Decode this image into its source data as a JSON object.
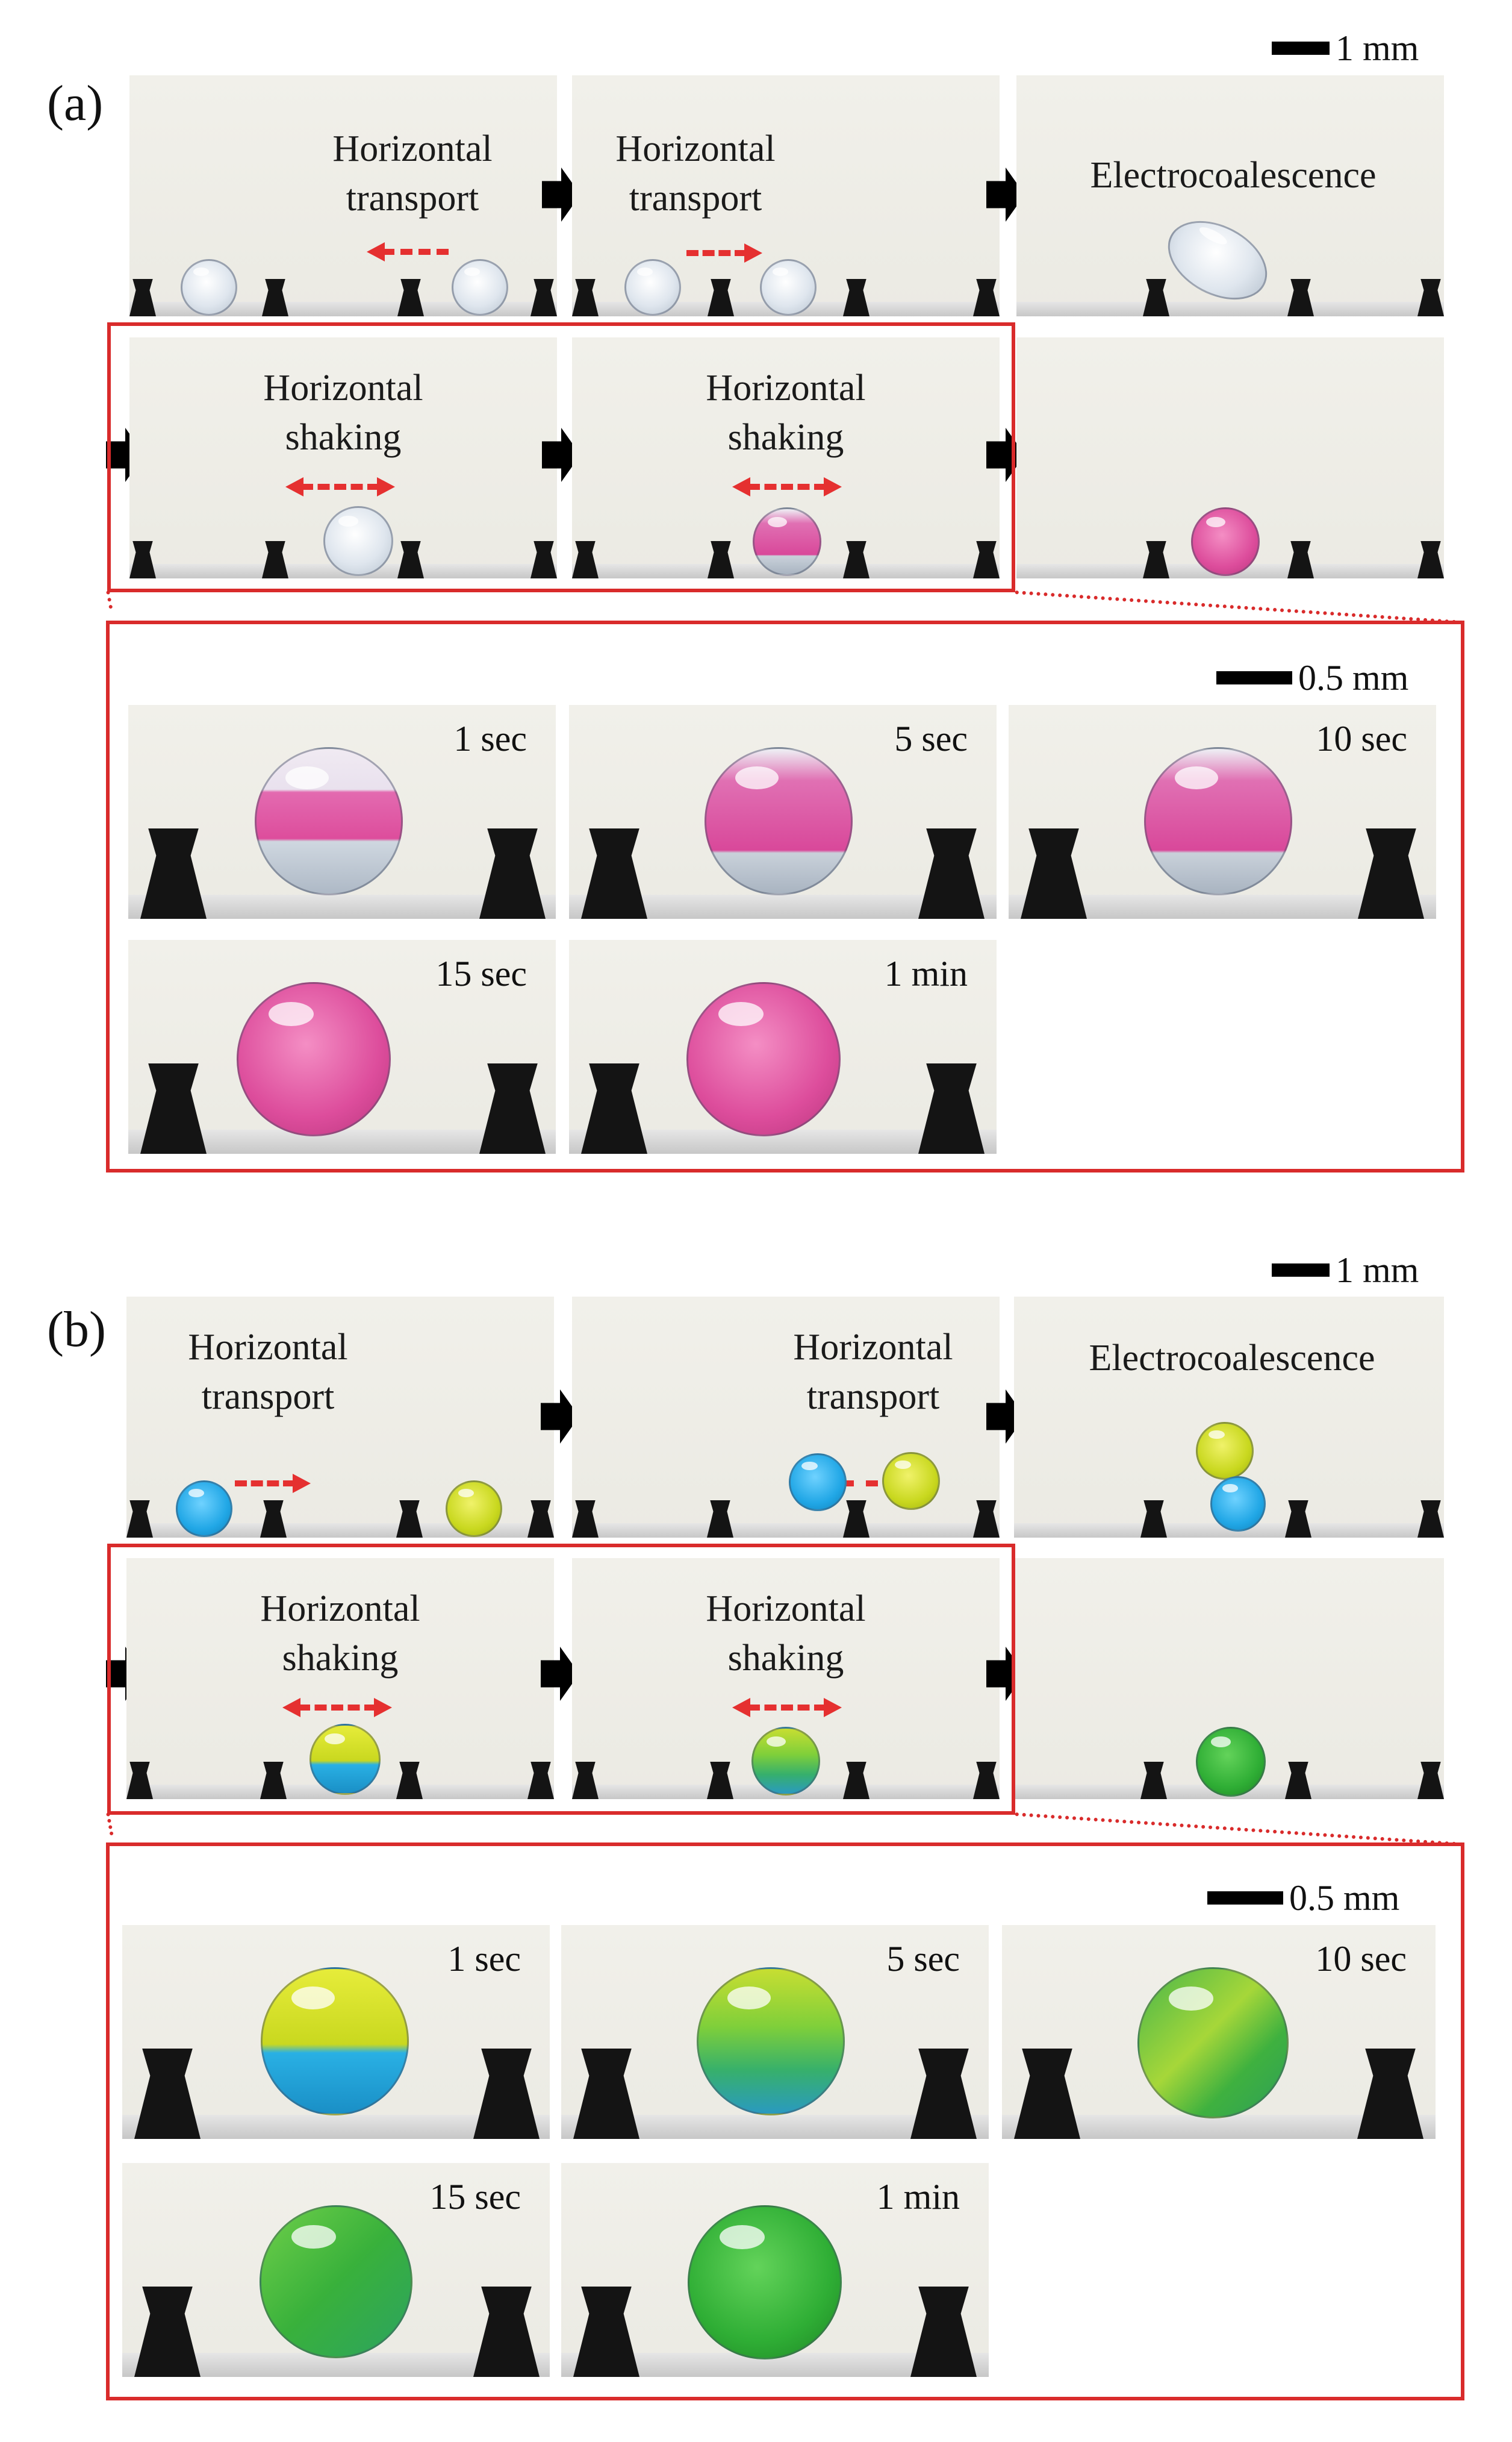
{
  "panel_a": {
    "label": "(a)",
    "scale_top": "1 mm",
    "scale_zoom": "0.5 mm",
    "captions": {
      "t1": [
        "Horizontal",
        "transport"
      ],
      "t2": [
        "Horizontal",
        "transport"
      ],
      "t3": [
        "Electrocoalescence"
      ],
      "s1": [
        "Horizontal",
        "shaking"
      ],
      "s2": [
        "Horizontal",
        "shaking"
      ]
    },
    "times": [
      "1 sec",
      "5 sec",
      "10 sec",
      "15 sec",
      "1 min"
    ]
  },
  "panel_b": {
    "label": "(b)",
    "scale_top": "1 mm",
    "scale_zoom": "0.5 mm",
    "captions": {
      "t1": [
        "Horizontal",
        "transport"
      ],
      "t2": [
        "Horizontal",
        "transport"
      ],
      "t3": [
        "Electrocoalescence"
      ],
      "s1": [
        "Horizontal",
        "shaking"
      ],
      "s2": [
        "Horizontal",
        "shaking"
      ]
    },
    "times": [
      "1 sec",
      "5 sec",
      "10 sec",
      "15 sec",
      "1 min"
    ]
  },
  "colors": {
    "frame_red": "#d92b2b",
    "arrow_red": "#e53030",
    "dye_pink": "#dd4d9c",
    "dye_blue": "#21a7e6",
    "dye_yellow": "#c9d81f",
    "mixed_green": "#2fae35"
  }
}
